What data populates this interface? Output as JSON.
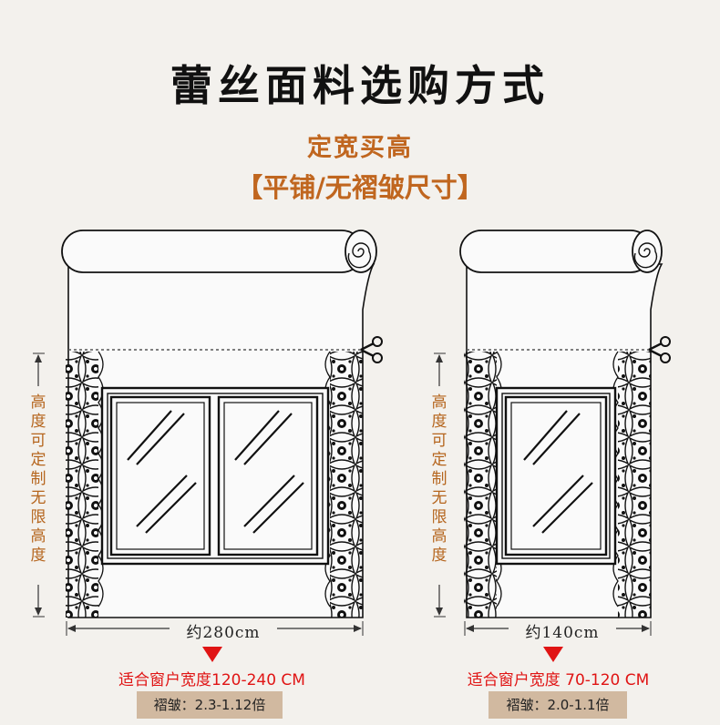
{
  "title": "蕾丝面料选购方式",
  "subtitle": "定宽买高",
  "subtitle2": "【平铺/无褶皱尺寸】",
  "panels": [
    {
      "height_label": "高度可定制无限高度",
      "width_label": "约280cm",
      "fit_text": "适合窗户宽度120-240 CM",
      "pleat_text": "褶皱：2.3-1.12倍"
    },
    {
      "height_label": "高度可定制无限高度",
      "width_label": "约140cm",
      "fit_text": "适合窗户宽度 70-120 CM",
      "pleat_text": "褶皱：2.0-1.1倍"
    }
  ],
  "icons": [
    "scissors-icon",
    "fabric-roll-icon",
    "window-icon",
    "lace-border-icon",
    "down-arrow-icon"
  ],
  "colors": {
    "accent": "#c0661f",
    "red": "#e01414",
    "badge": "#d1b9a0"
  }
}
